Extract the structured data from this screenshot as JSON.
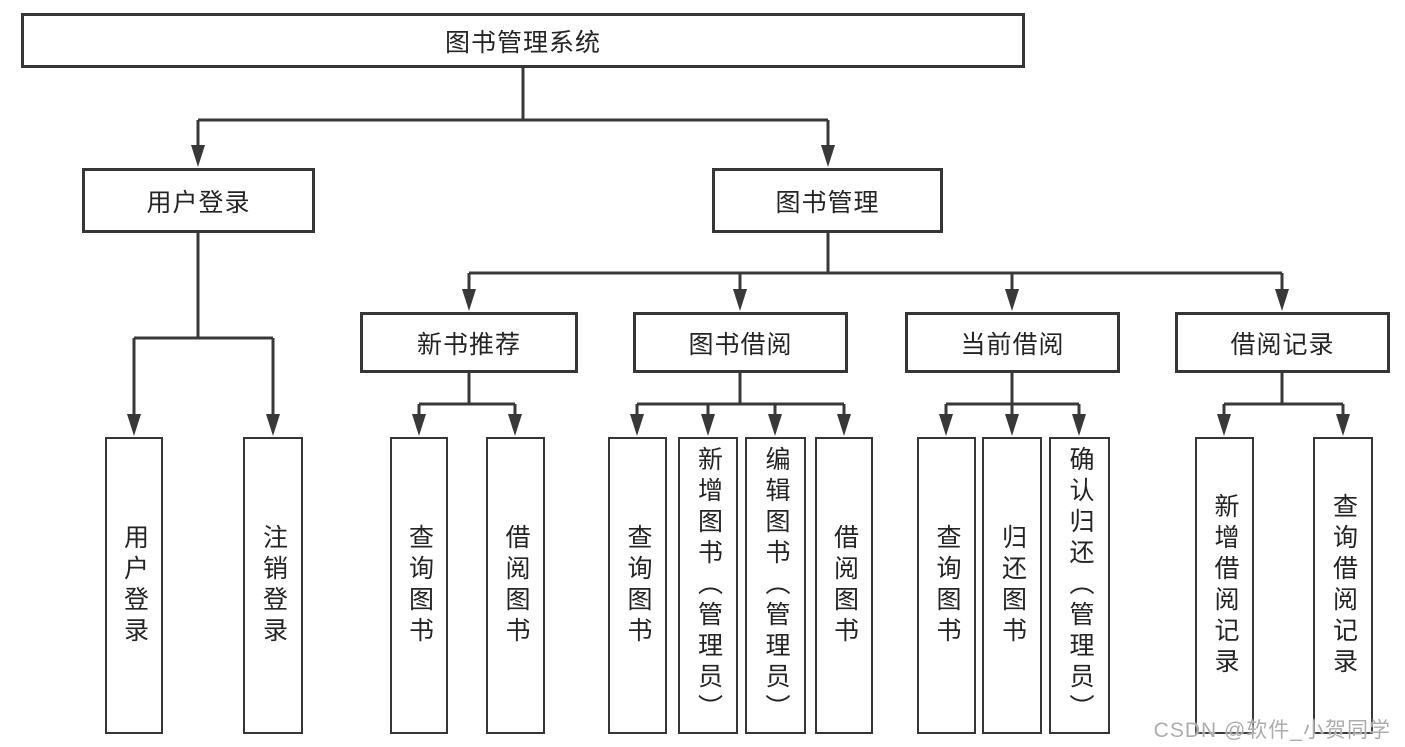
{
  "diagram": {
    "type": "hierarchy",
    "tree": {
      "root": {
        "label": "图书管理系统",
        "children": [
          {
            "label": "用户登录",
            "children": [
              {
                "label": "用户登录"
              },
              {
                "label": "注销登录"
              }
            ]
          },
          {
            "label": "图书管理",
            "children": [
              {
                "label": "新书推荐",
                "children": [
                  {
                    "label": "查询图书"
                  },
                  {
                    "label": "借阅图书"
                  }
                ]
              },
              {
                "label": "图书借阅",
                "children": [
                  {
                    "label": "查询图书"
                  },
                  {
                    "label": "新增图书（管理员）"
                  },
                  {
                    "label": "编辑图书（管理员）"
                  },
                  {
                    "label": "借阅图书"
                  }
                ]
              },
              {
                "label": "当前借阅",
                "children": [
                  {
                    "label": "查询图书"
                  },
                  {
                    "label": "归还图书"
                  },
                  {
                    "label": "确认归还（管理员）"
                  }
                ]
              },
              {
                "label": "借阅记录",
                "children": [
                  {
                    "label": "新增借阅记录"
                  },
                  {
                    "label": "查询借阅记录"
                  }
                ]
              }
            ]
          }
        ]
      }
    },
    "colors": {
      "line": "#383838",
      "border": "#363636",
      "text": "#242424",
      "watermark": "#adadad",
      "background": "#ffffff"
    }
  },
  "watermark": "CSDN @软件_小贺同学"
}
